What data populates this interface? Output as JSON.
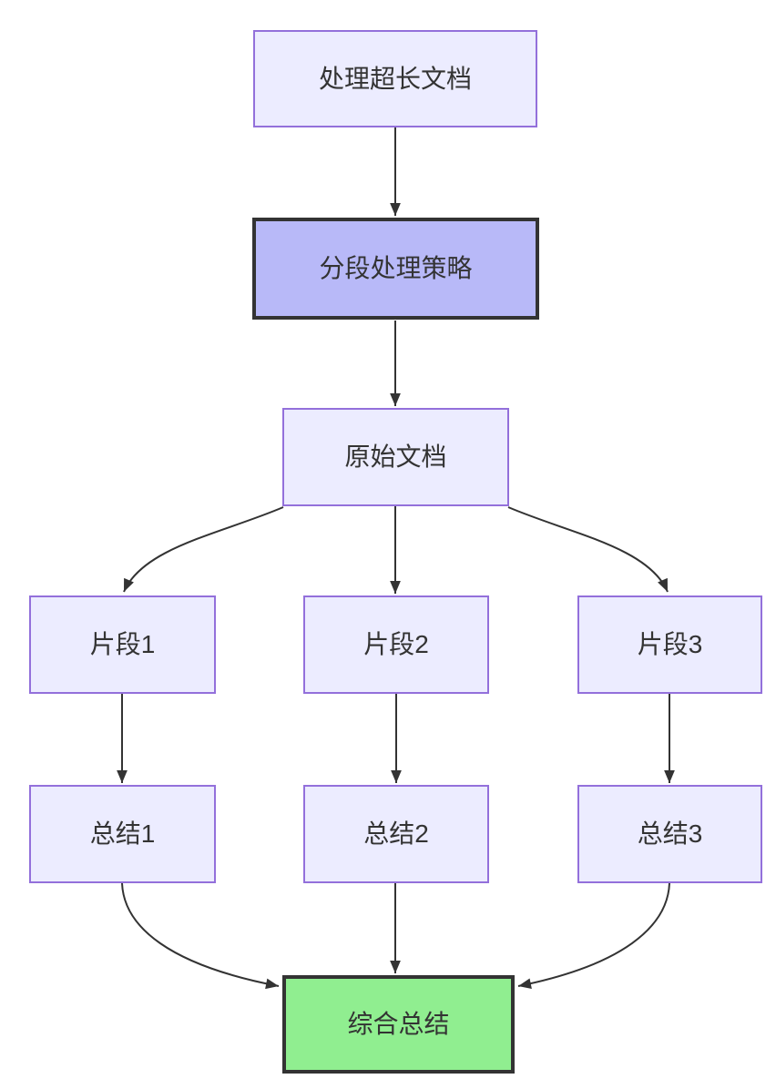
{
  "diagram": {
    "type": "flowchart",
    "direction": "top-down",
    "nodes": [
      {
        "id": "A",
        "label": "处理超长文档",
        "style": "default"
      },
      {
        "id": "B",
        "label": "分段处理策略",
        "style": "highlight"
      },
      {
        "id": "C",
        "label": "原始文档",
        "style": "default"
      },
      {
        "id": "D",
        "label": "片段1",
        "style": "default"
      },
      {
        "id": "E",
        "label": "片段2",
        "style": "default"
      },
      {
        "id": "F",
        "label": "片段3",
        "style": "default"
      },
      {
        "id": "G",
        "label": "总结1",
        "style": "default"
      },
      {
        "id": "H",
        "label": "总结2",
        "style": "default"
      },
      {
        "id": "I",
        "label": "总结3",
        "style": "default"
      },
      {
        "id": "J",
        "label": "综合总结",
        "style": "result"
      }
    ],
    "edges": [
      {
        "from": "A",
        "to": "B"
      },
      {
        "from": "B",
        "to": "C"
      },
      {
        "from": "C",
        "to": "D"
      },
      {
        "from": "C",
        "to": "E"
      },
      {
        "from": "C",
        "to": "F"
      },
      {
        "from": "D",
        "to": "G"
      },
      {
        "from": "E",
        "to": "H"
      },
      {
        "from": "F",
        "to": "I"
      },
      {
        "from": "G",
        "to": "J"
      },
      {
        "from": "H",
        "to": "J"
      },
      {
        "from": "I",
        "to": "J"
      }
    ],
    "colors": {
      "node_fill": "#ECECFF",
      "node_border": "#9370DB",
      "highlight_fill": "#b8b9f8",
      "highlight_border": "#333333",
      "result_fill": "#90EE90",
      "result_border": "#333333",
      "edge": "#333333",
      "text": "#333333",
      "background": "#ffffff"
    }
  }
}
